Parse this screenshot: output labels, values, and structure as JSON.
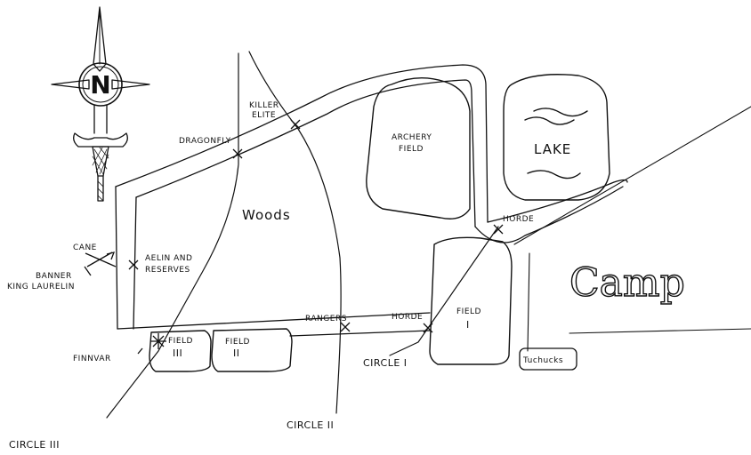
{
  "map": {
    "compass_letter": "N",
    "places": {
      "woods": "Woods",
      "archery_field": [
        "ARCHERY",
        "FIELD"
      ],
      "lake": "LAKE",
      "camp": "Camp",
      "field_one": [
        "FIELD",
        "I"
      ],
      "field_two": [
        "FIELD",
        "II"
      ],
      "field_three": [
        "FIELD",
        "III"
      ],
      "tuchucks": "Tuchucks"
    },
    "markers": {
      "killer_elite": [
        "KILLER",
        "ELITE"
      ],
      "dragonfly": "DRAGONFLY",
      "horde_top": "HORDE",
      "horde_bottom": "HORDE",
      "rangers": "RANGERS",
      "aelin_reserves": [
        "AELIN AND",
        "RESERVES"
      ],
      "cane": "CANE",
      "banner": [
        "BANNER",
        "KING LAURELIN"
      ],
      "finnvar": "FINNVAR"
    },
    "circles": {
      "circle_one": "CIRCLE I",
      "circle_two": "CIRCLE II",
      "circle_three": "CIRCLE III"
    }
  }
}
